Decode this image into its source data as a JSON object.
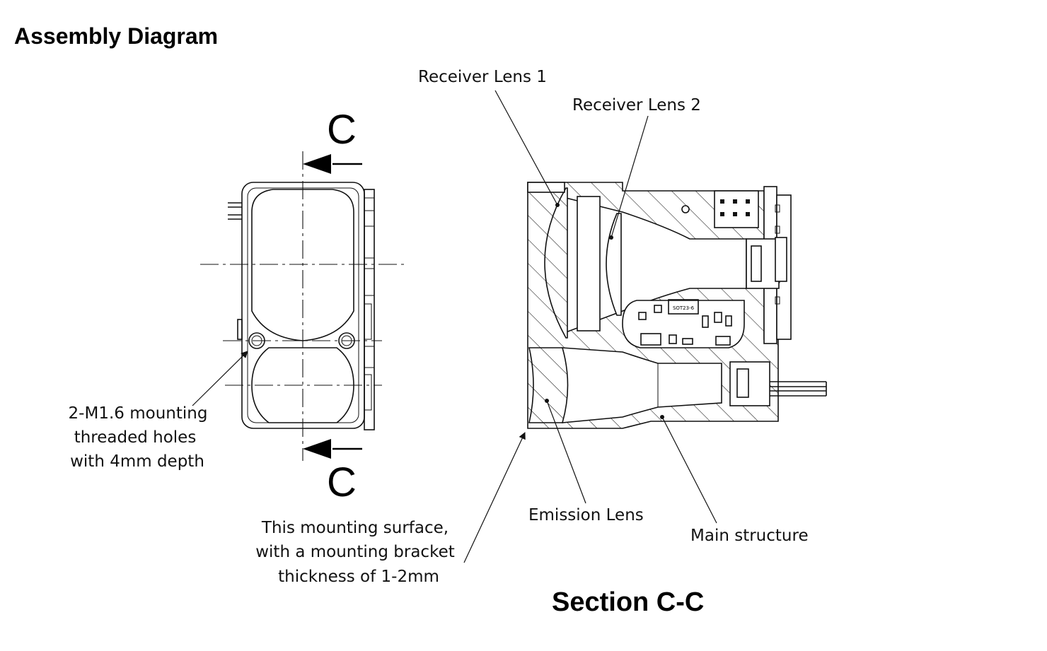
{
  "title": "Assembly Diagram",
  "section_title": "Section C-C",
  "section_markers": [
    "C",
    "C"
  ],
  "labels": {
    "receiver_lens_1": "Receiver Lens 1",
    "receiver_lens_2": "Receiver Lens 2",
    "emission_lens": "Emission Lens",
    "main_structure": "Main structure",
    "mounting_holes": [
      "2-M1.6 mounting",
      "threaded holes",
      "with 4mm depth"
    ],
    "mounting_surface": [
      "This mounting surface,",
      "with a mounting bracket",
      "thickness of 1-2mm"
    ]
  },
  "chip_marking": "SOT23-6",
  "colors": {
    "line": "#111111",
    "background": "#ffffff"
  }
}
